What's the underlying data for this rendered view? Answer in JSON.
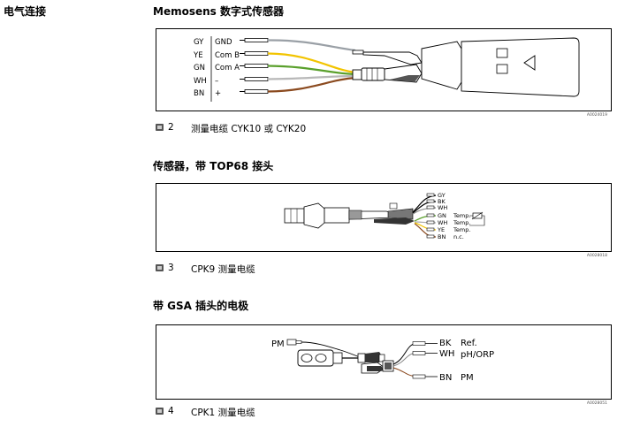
{
  "side_heading": "电气连接",
  "sections": [
    {
      "title": "Memosens 数字式传感器",
      "figure_id": "A0024019",
      "caption_number": "2",
      "caption_text": "测量电缆 CYK10 或 CYK20",
      "wires": [
        {
          "code": "GY",
          "signal": "GND",
          "color": "#9aa0a6"
        },
        {
          "code": "YE",
          "signal": "Com B",
          "color": "#f2c400"
        },
        {
          "code": "GN",
          "signal": "Com A",
          "color": "#5aa02c"
        },
        {
          "code": "WH",
          "signal": "–",
          "color": "#c8c8c8"
        },
        {
          "code": "BN",
          "signal": "+",
          "color": "#8b4a1f"
        }
      ]
    },
    {
      "title": "传感器，带 TOP68 接头",
      "figure_id": "A0028018",
      "caption_number": "3",
      "caption_text": "CPK9 测量电缆",
      "wires": [
        {
          "code": "GY",
          "signal": ""
        },
        {
          "code": "BK",
          "signal": ""
        },
        {
          "code": "WH",
          "signal": ""
        },
        {
          "code": "GN",
          "signal": "Temp."
        },
        {
          "code": "WH",
          "signal": "Temp."
        },
        {
          "code": "YE",
          "signal": "Temp."
        },
        {
          "code": "BN",
          "signal": "n.c."
        }
      ]
    },
    {
      "title": "带 GSA 插头的电极",
      "figure_id": "A0028051",
      "caption_number": "4",
      "caption_text": "CPK1 测量电缆",
      "plug_label": "PM",
      "wires": [
        {
          "code": "BK",
          "signal": "Ref."
        },
        {
          "code": "WH",
          "signal": "pH/ORP"
        },
        {
          "code": "BN",
          "signal": "PM"
        }
      ]
    }
  ]
}
